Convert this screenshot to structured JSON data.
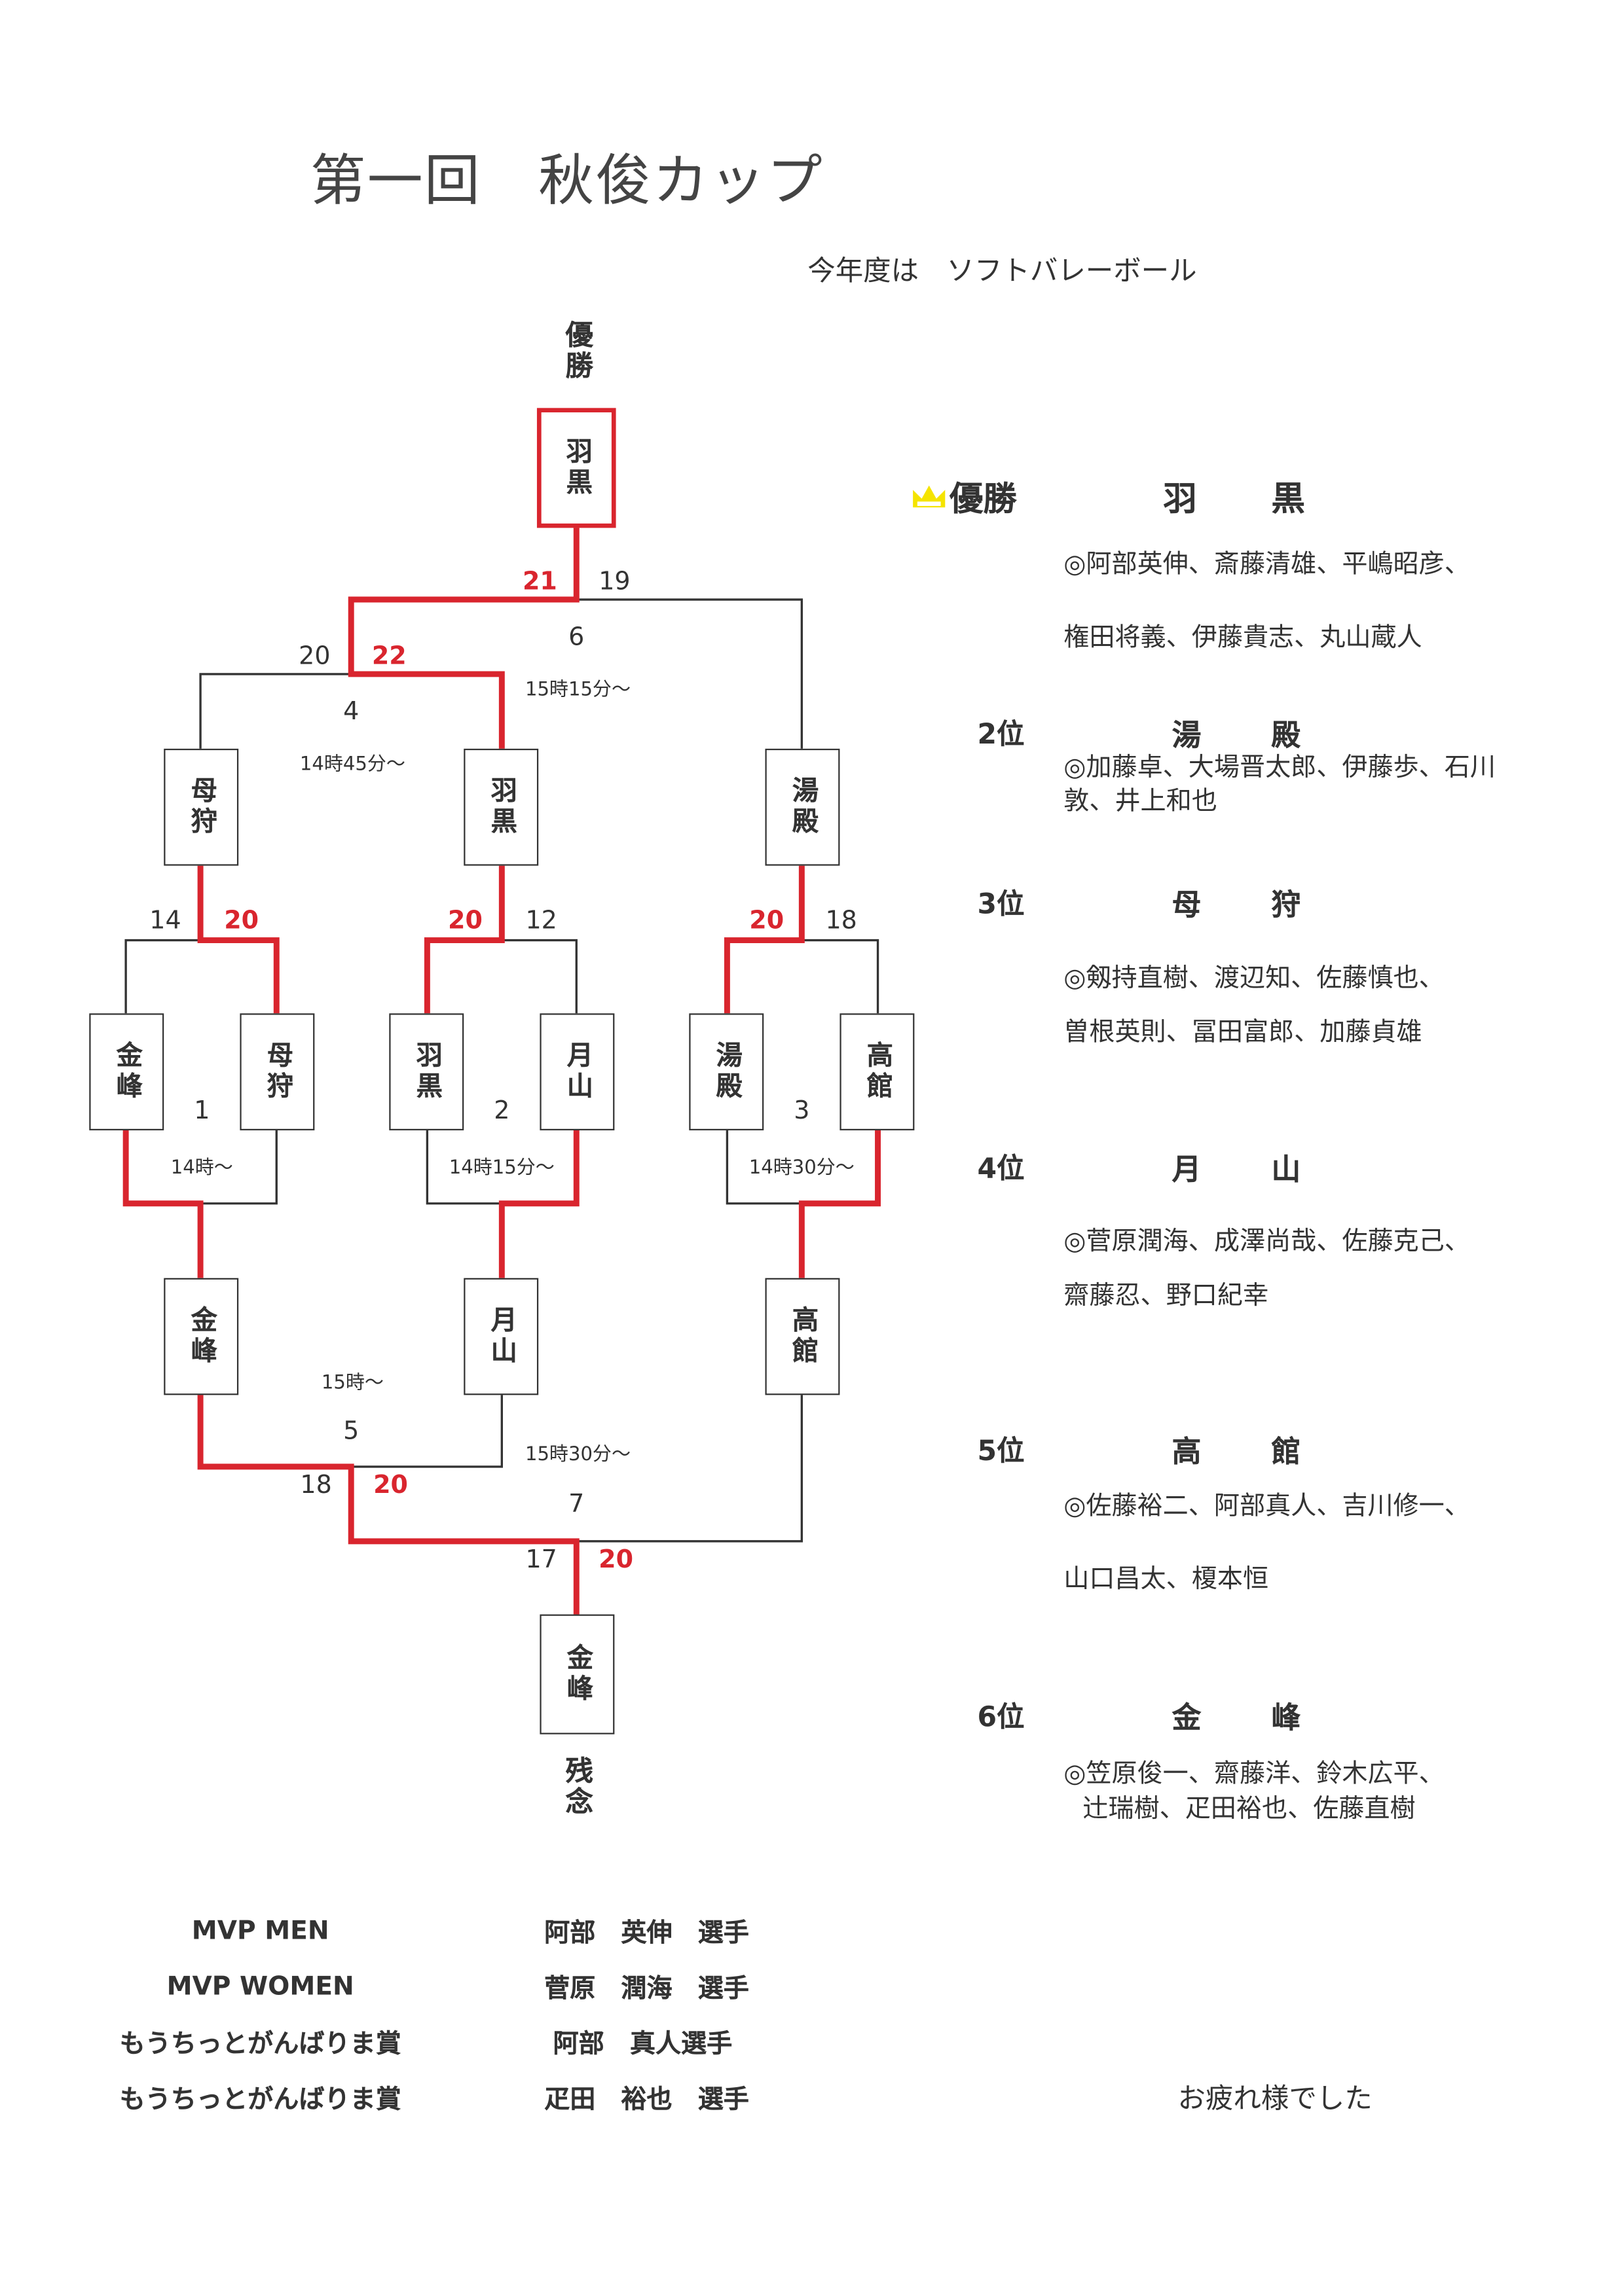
{
  "title": "第一回　秋俊カップ",
  "subtitle": "今年度は　ソフトバレーボール",
  "colors": {
    "winner_line": "#d9252e",
    "crown": "#f5e400"
  },
  "bracket": {
    "top_label": "優勝",
    "bottom_label": "残念",
    "champion": "羽黒",
    "last_place": "金峰",
    "round1": [
      "金峰",
      "母狩",
      "羽黒",
      "月山",
      "湯殿",
      "高館"
    ],
    "round2_upper": [
      "母狩",
      "羽黒",
      "湯殿"
    ],
    "round2_lower": [
      "金峰",
      "月山",
      "高館"
    ],
    "matches": [
      {
        "no": "1",
        "time": "14時～",
        "left": "14",
        "right": "20"
      },
      {
        "no": "2",
        "time": "14時15分～",
        "left": "20",
        "right": "12"
      },
      {
        "no": "3",
        "time": "14時30分～",
        "left": "20",
        "right": "18"
      },
      {
        "no": "4",
        "time": "14時45分～",
        "left": "20",
        "right": "22"
      },
      {
        "no": "5",
        "time": "15時～",
        "left": "18",
        "right": "20"
      },
      {
        "no": "6",
        "time": "15時15分～",
        "left": "21",
        "right": "19"
      },
      {
        "no": "7",
        "time": "15時30分～",
        "left": "17",
        "right": "20"
      }
    ]
  },
  "results": [
    {
      "rank": "優勝",
      "team": "羽　黒",
      "members": [
        "◎阿部英伸、斎藤清雄、平嶋昭彦、",
        "権田将義、伊藤貴志、丸山蔵人"
      ]
    },
    {
      "rank": "2位",
      "team": "湯　殿",
      "members": [
        "◎加藤卓、大場晋太郎、伊藤歩、石川",
        "敦、井上和也"
      ]
    },
    {
      "rank": "3位",
      "team": "母　狩",
      "members": [
        "◎剱持直樹、渡辺知、佐藤慎也、",
        "曽根英則、冨田富郎、加藤貞雄"
      ]
    },
    {
      "rank": "4位",
      "team": "月　山",
      "members": [
        "◎菅原潤海、成澤尚哉、佐藤克己、",
        "齋藤忍、野口紀幸"
      ]
    },
    {
      "rank": "5位",
      "team": "高　館",
      "members": [
        "◎佐藤裕二、阿部真人、吉川修一、",
        "山口昌太、榎本恒"
      ]
    },
    {
      "rank": "6位",
      "team": "金　峰",
      "members": [
        "◎笠原俊一、齋藤洋、鈴木広平、",
        "辻瑞樹、疋田裕也、佐藤直樹"
      ]
    }
  ],
  "awards": [
    {
      "label": "MVP MEN",
      "name": "阿部　英伸　選手"
    },
    {
      "label": "MVP WOMEN",
      "name": "菅原　潤海　選手"
    },
    {
      "label": "もうちっとがんばりま賞",
      "name": "阿部　真人選手"
    },
    {
      "label": "もうちっとがんばりま賞",
      "name": "疋田　裕也　選手"
    }
  ],
  "closing": "お疲れ様でした"
}
